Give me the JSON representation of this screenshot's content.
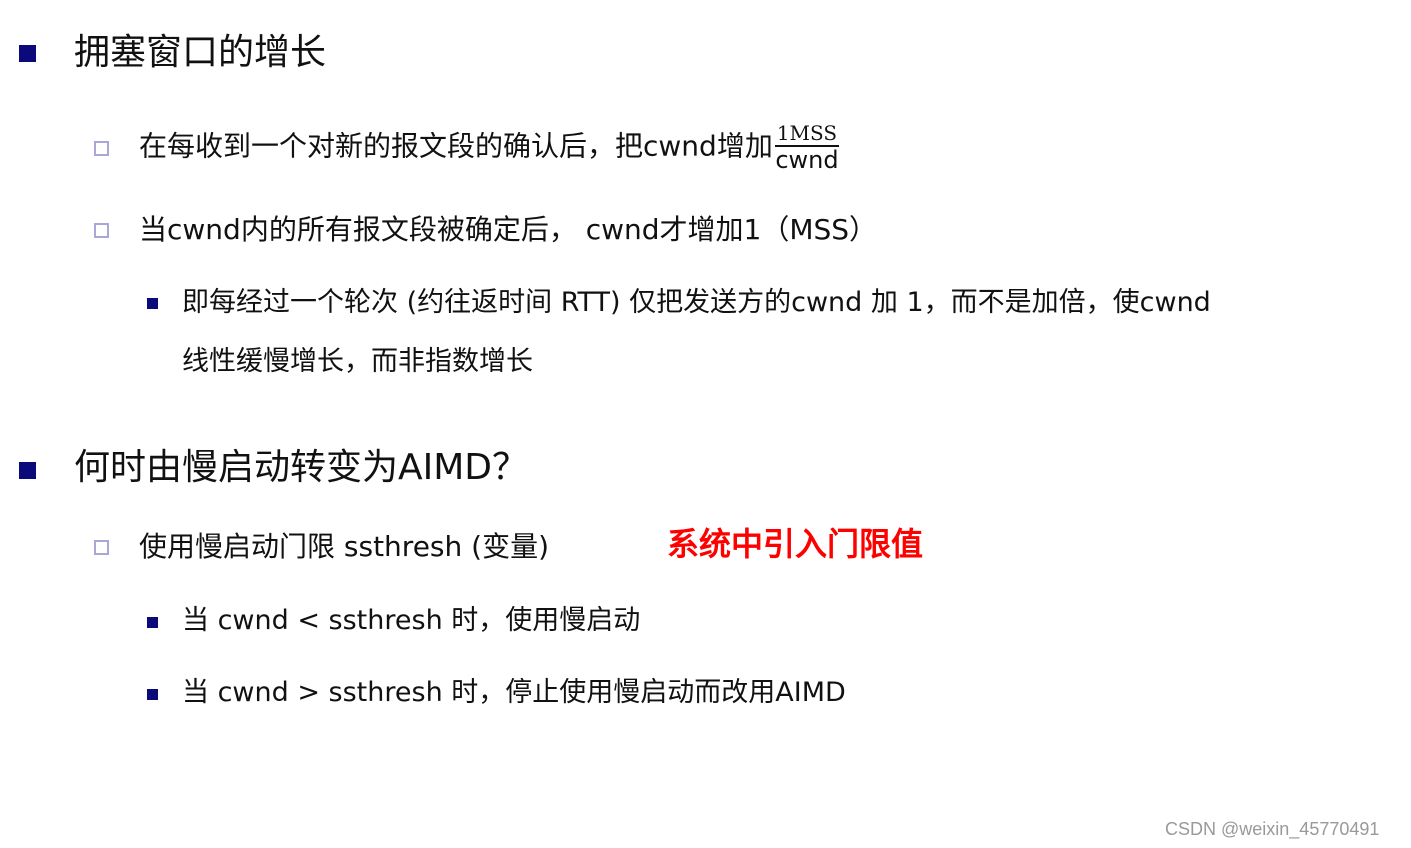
{
  "sections": [
    {
      "heading": "拥塞窗口的增长",
      "items": [
        {
          "text": "在每收到一个对新的报文段的确认后，把cwnd增加",
          "fraction": {
            "numerator": "1MSS",
            "denominator": "cwnd"
          }
        },
        {
          "text": "当cwnd内的所有报文段被确定后， cwnd才增加1（MSS）",
          "subitems": [
            {
              "line1": "即每经过一个轮次 (约往返时间 RTT) 仅把发送方的cwnd 加 1，而不是加倍，使cwnd",
              "line2": "线性缓慢增长，而非指数增长"
            }
          ]
        }
      ]
    },
    {
      "heading": "何时由慢启动转变为AIMD？",
      "items": [
        {
          "text": "使用慢启动门限 ssthresh (变量)",
          "note": "系统中引入门限值",
          "subitems": [
            {
              "text": "当 cwnd < ssthresh 时，使用慢启动"
            },
            {
              "text": "当 cwnd > ssthresh 时，停止使用慢启动而改用AIMD"
            }
          ]
        }
      ]
    }
  ],
  "colors": {
    "bullet_primary": "#0a0a7a",
    "bullet_hollow": "#a9a6d8",
    "note": "#ff0000",
    "watermark": "#999999"
  },
  "watermark": "CSDN @weixin_45770491"
}
